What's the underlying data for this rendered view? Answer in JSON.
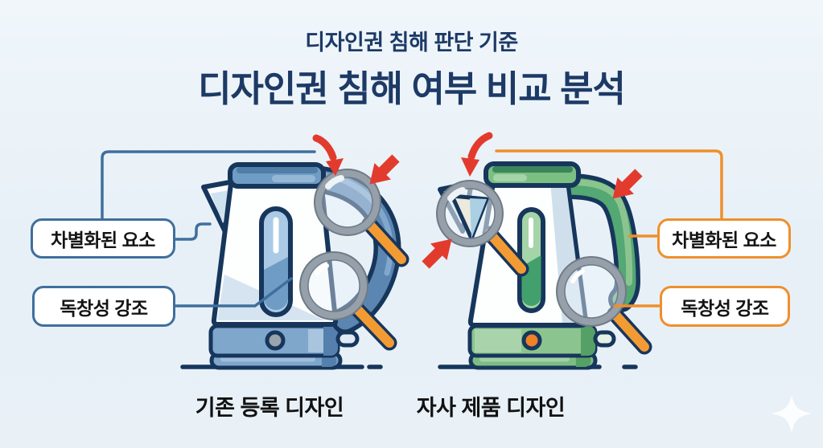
{
  "header": {
    "kicker": "디자인권 침해 판단 기준",
    "title": "디자인권 침해 여부 비교 분석"
  },
  "panels": {
    "left": {
      "caption": "기존 등록 디자인",
      "labels": [
        "차별화된 요소",
        "독창성 강조"
      ],
      "accent": "#3f6f9d",
      "kettle_color": "#6f9cc4"
    },
    "right": {
      "caption": "자사 제품 디자인",
      "labels": [
        "차별화된 요소",
        "독창성 강조"
      ],
      "accent": "#ef8f2c",
      "kettle_color": "#7cbf82"
    }
  },
  "icons": {
    "magnifier": {
      "name": "magnifier-icon",
      "count": 4,
      "rim_color": "#96a0aa",
      "handle_color": "#f39b33"
    },
    "red_arrow": {
      "name": "red-arrow-icon",
      "count": 5,
      "color": "#e23b2e"
    },
    "sparkle": {
      "name": "sparkle-icon",
      "color": "#ffffff"
    }
  },
  "colors": {
    "background": "#e9f1f7",
    "heading_text": "#1d3a66",
    "outline_navy": "#17365c",
    "left_accent": "#3f6f9d",
    "right_accent": "#ef8f2c",
    "left_kettle_blue": "#6f9cc4",
    "right_kettle_green": "#7cbf82",
    "arrow_red": "#e23b2e",
    "magnifier_handle_orange": "#f39b33",
    "button_gray": "#9aa4ac",
    "button_orange": "#f08127"
  }
}
